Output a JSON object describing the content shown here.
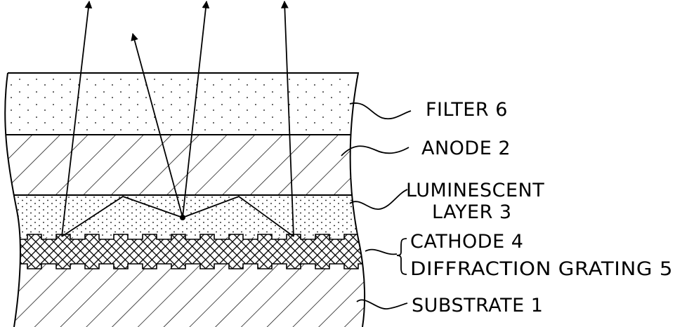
{
  "labels": {
    "filter": "FILTER 6",
    "anode": "ANODE 2",
    "luminescent_line1": "LUMINESCENT",
    "luminescent_line2": "LAYER 3",
    "cathode": "CATHODE 4",
    "grating": "DIFFRACTION GRATING 5",
    "substrate": "SUBSTRATE 1"
  }
}
